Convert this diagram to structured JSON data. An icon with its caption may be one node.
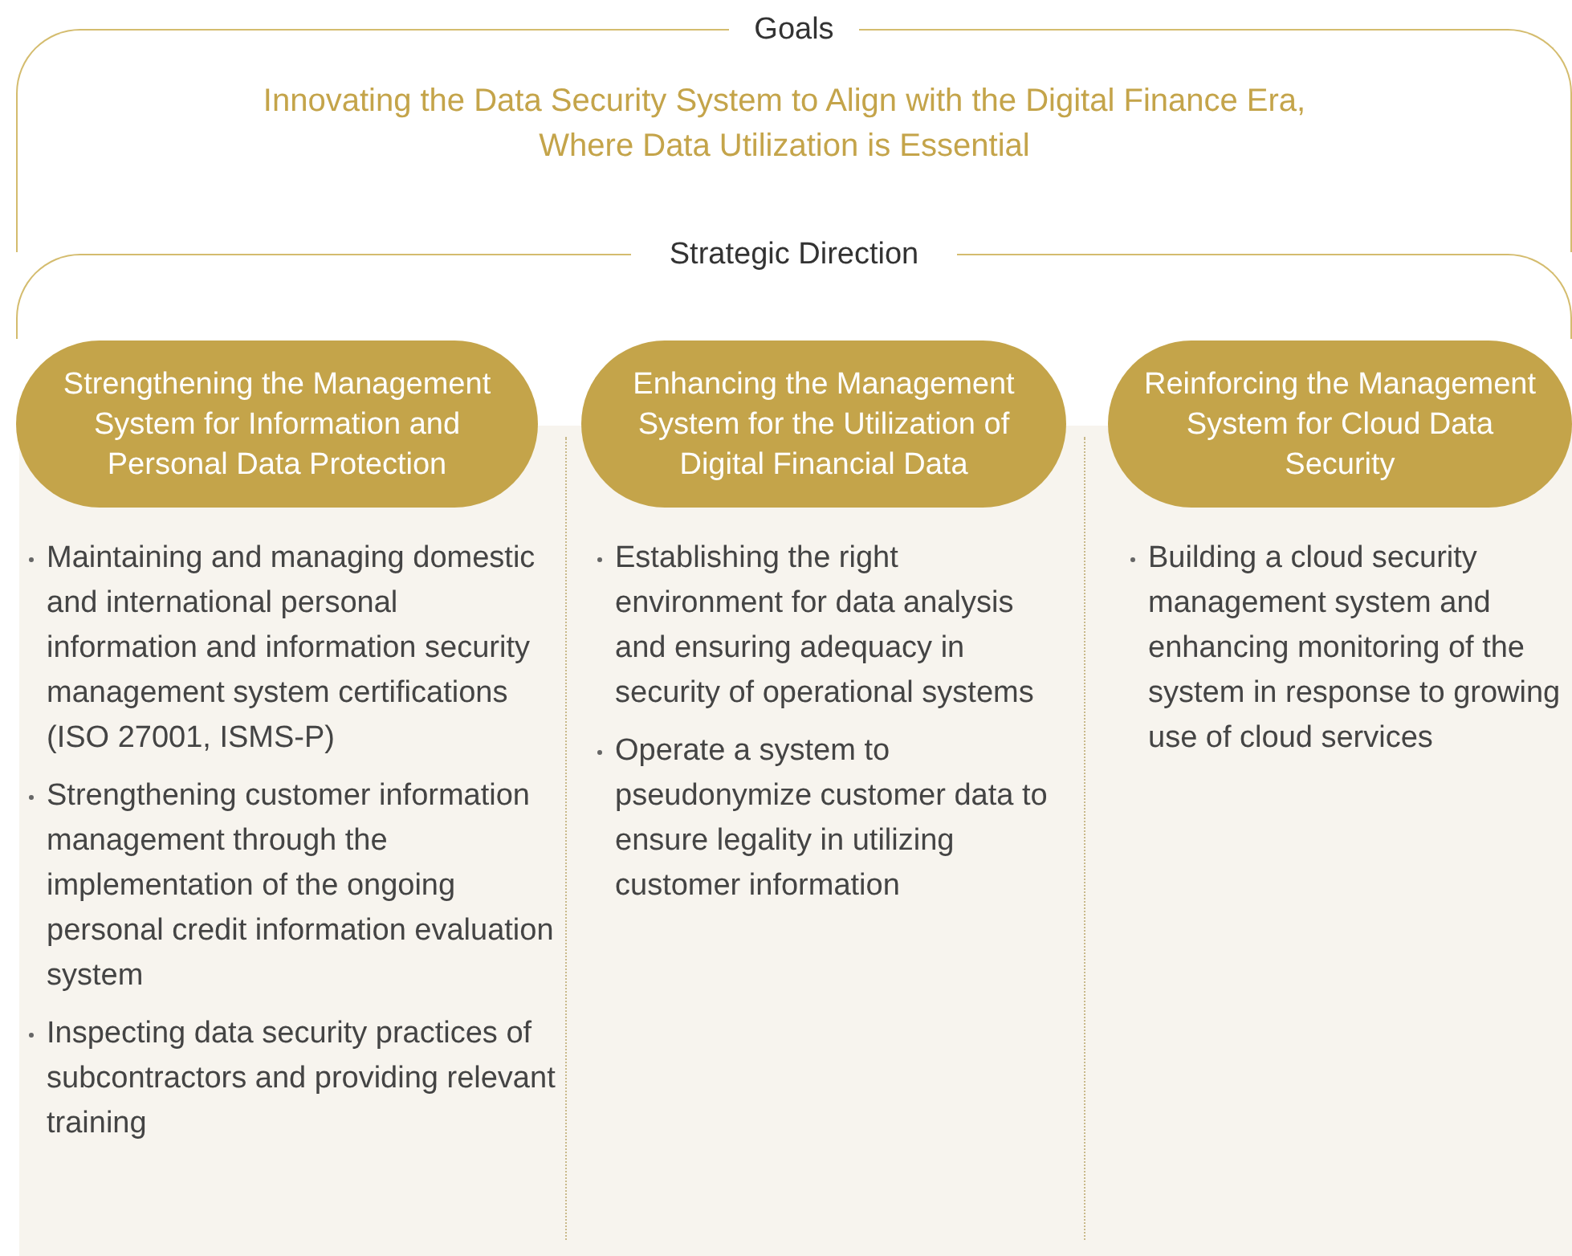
{
  "diagram": {
    "nodes": [
      {
        "text": [
          "Goals",
          "Innovating the Data Security System to Align with the Digital Finance Era, Where Data Utilization is Essential"
        ]
      },
      {
        "text": [
          "Strategic Direction"
        ]
      },
      {
        "text": [
          "Strengthening the Management System for Information and Personal Data Protection"
        ],
        "beside": [
          "Maintaining and managing domestic and international personal information and information security management system certifications (ISO 27001, ISMS-P)",
          "Strengthening customer information management through the implementation of the ongoing personal credit information evaluation system",
          "Inspecting data security practices of subcontractors and providing relevant training"
        ]
      },
      {
        "text": [
          "Enhancing the Management System for the Utilization of Digital Financial Data"
        ],
        "beside": [
          "Establishing the right environment for data analysis and ensuring adequacy in security of operational systems",
          "Operate a system to pseudonymize customer data to ensure legality in utilizing customer information"
        ]
      },
      {
        "text": [
          "Reinforcing the Management System for Cloud Data Security"
        ],
        "beside": [
          "Building a cloud security management system and enhancing monitoring of the system in response to growing use of cloud services"
        ]
      }
    ]
  }
}
